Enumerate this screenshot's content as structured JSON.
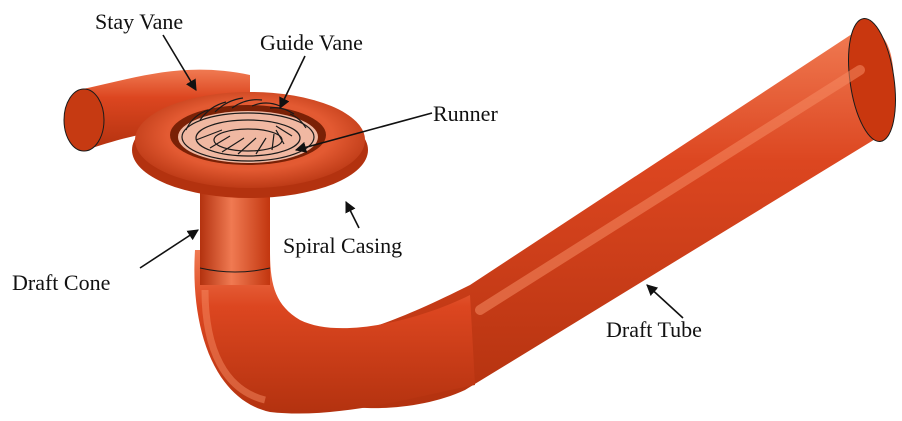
{
  "colors": {
    "body": "#d9401a",
    "highlight": "#f07a52",
    "shadow": "#a82a0c",
    "outline": "#1a1a1a",
    "background": "#ffffff"
  },
  "labels": {
    "stay_vane": "Stay Vane",
    "guide_vane": "Guide Vane",
    "runner": "Runner",
    "spiral_casing": "Spiral Casing",
    "draft_cone": "Draft Cone",
    "draft_tube": "Draft Tube"
  }
}
